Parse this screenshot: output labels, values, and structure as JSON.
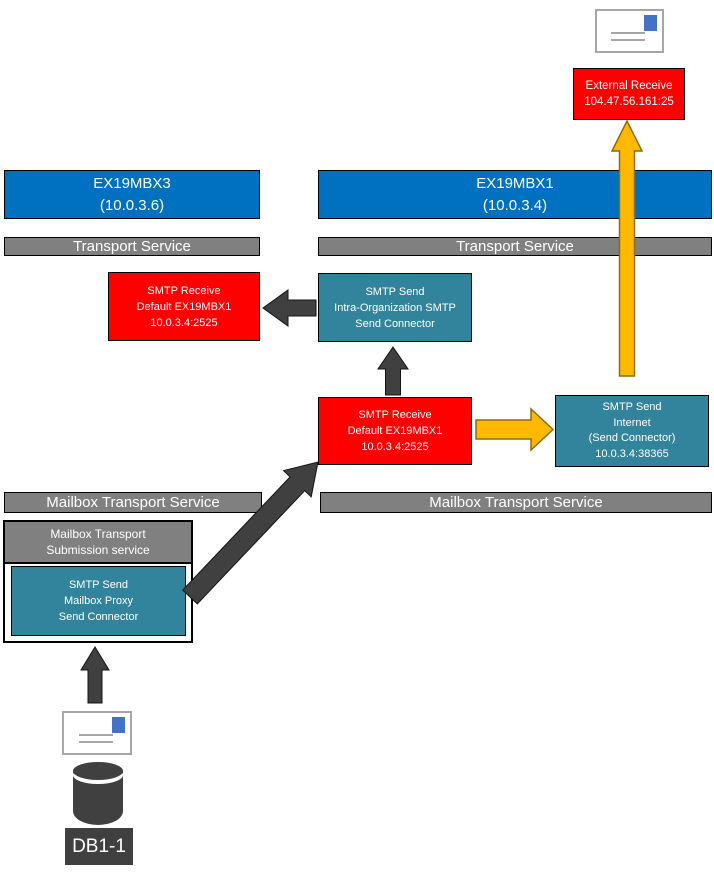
{
  "colors": {
    "server_blue": "#0070C0",
    "service_bar_gray": "#808080",
    "receive_red": "#FF0000",
    "send_teal": "#31849B",
    "dark_arrow": "#404040",
    "gold_arrow": "#FFB900",
    "envelope_border": "#A6A6A6",
    "stamp_blue": "#4472C4"
  },
  "labels": {
    "transport_service": "Transport Service",
    "mailbox_transport_service": "Mailbox Transport Service"
  },
  "servers": {
    "left": {
      "name": "EX19MBX3",
      "ip": "(10.0.3.6)"
    },
    "right": {
      "name": "EX19MBX1",
      "ip": "(10.0.3.4)"
    }
  },
  "nodes": {
    "external_receive": {
      "lines": [
        "External Receive",
        "104.47.56.161:25"
      ]
    },
    "smtp_receive_left": {
      "lines": [
        "SMTP Receive",
        "Default EX19MBX1",
        "10.0.3.4:2525"
      ]
    },
    "smtp_send_intra_org": {
      "lines": [
        "SMTP Send",
        "Intra-Organization SMTP",
        "Send Connector"
      ]
    },
    "smtp_receive_right": {
      "lines": [
        "SMTP Receive",
        "Default EX19MBX1",
        "10.0.3.4:2525"
      ]
    },
    "smtp_send_internet": {
      "lines": [
        "SMTP Send",
        "Internet",
        "(Send Connector)",
        "10.0.3.4:38365"
      ]
    },
    "mailbox_transport_submission": {
      "lines": [
        "Mailbox Transport",
        "Submission service"
      ]
    },
    "smtp_send_mailbox_proxy": {
      "lines": [
        "SMTP Send",
        "Mailbox Proxy",
        "Send Connector"
      ]
    },
    "database": {
      "label": "DB1-1"
    }
  }
}
